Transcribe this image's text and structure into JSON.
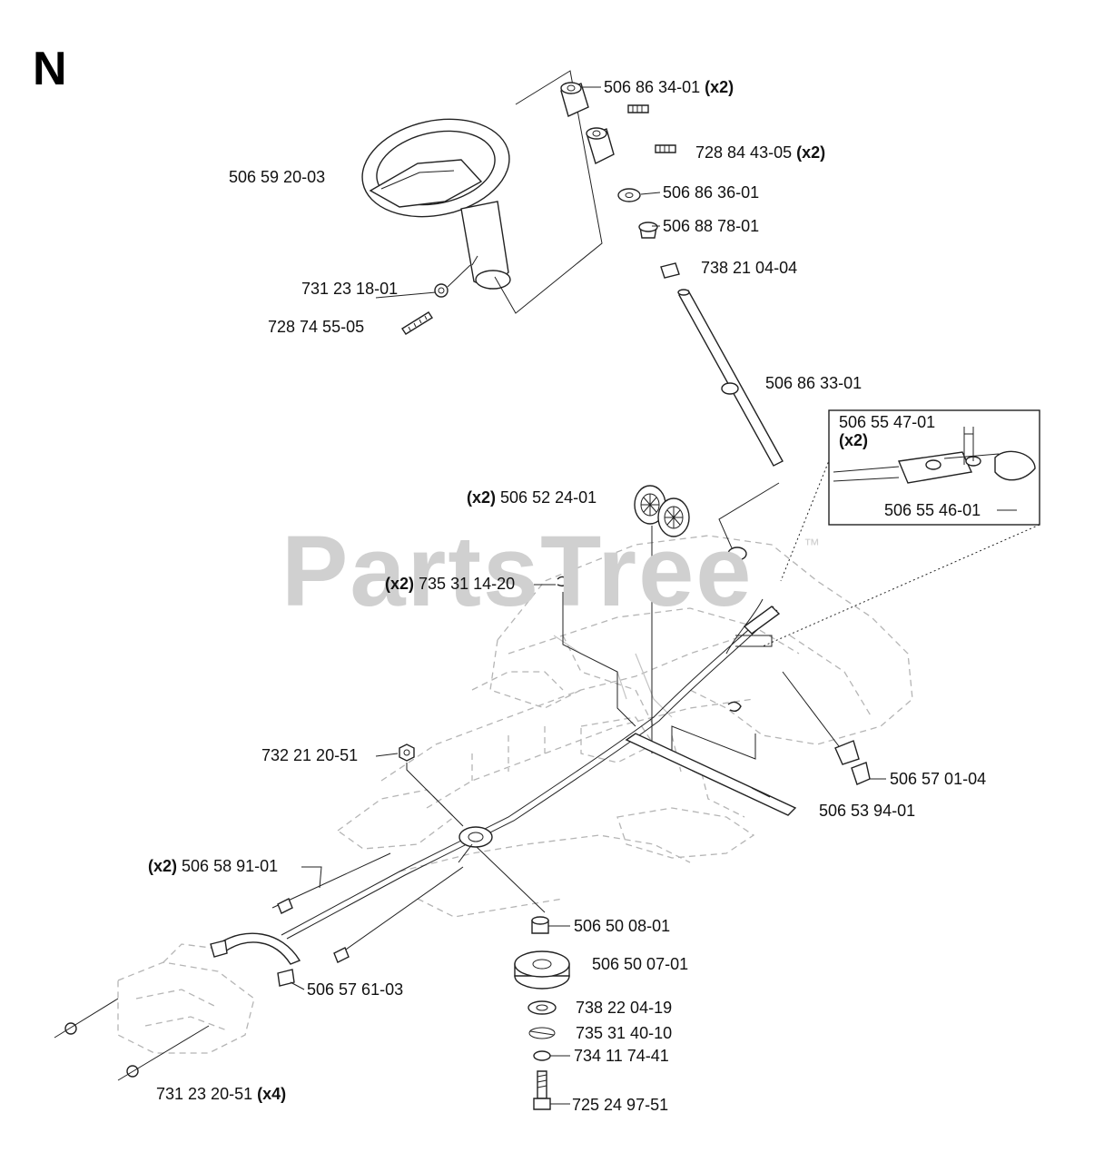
{
  "section_letter": "N",
  "watermark": {
    "text": "PartsTree",
    "trademark": "™",
    "color": "#d0d0d0"
  },
  "colors": {
    "line": "#222222",
    "ghost_frame": "#b5b5b5",
    "background": "#ffffff"
  },
  "labels": {
    "p_506863401": {
      "part": "506 86 34-01",
      "qty": "(x2)"
    },
    "p_728844305": {
      "part": "728 84 43-05",
      "qty": "(x2)"
    },
    "p_506592003": {
      "part": "506 59 20-03"
    },
    "p_506863601": {
      "part": "506 86 36-01"
    },
    "p_506887801": {
      "part": "506 88 78-01"
    },
    "p_738210404": {
      "part": "738 21 04-04"
    },
    "p_731231801": {
      "part": "731 23 18-01"
    },
    "p_728745505": {
      "part": "728 74 55-05"
    },
    "p_506863301": {
      "part": "506 86 33-01"
    },
    "p_506554701": {
      "part": "506 55 47-01",
      "qty": "(x2)"
    },
    "p_506554601": {
      "part": "506 55 46-01"
    },
    "p_506522401": {
      "part": "506 52 24-01",
      "qty": "(x2)"
    },
    "p_735311420": {
      "part": "735 31 14-20",
      "qty": "(x2)"
    },
    "p_732212051": {
      "part": "732 21 20-51"
    },
    "p_506570104": {
      "part": "506 57 01-04"
    },
    "p_506539401": {
      "part": "506 53 94-01"
    },
    "p_506589101": {
      "part": "506 58 91-01",
      "qty": "(x2)"
    },
    "p_506500801": {
      "part": "506 50 08-01"
    },
    "p_506500701": {
      "part": "506 50 07-01"
    },
    "p_506576103": {
      "part": "506 57 61-03"
    },
    "p_738220419": {
      "part": "738 22 04-19"
    },
    "p_735314010": {
      "part": "735 31 40-10"
    },
    "p_734117441": {
      "part": "734 11 74-41"
    },
    "p_731232051": {
      "part": "731 23 20-51",
      "qty": "(x4)"
    },
    "p_725249751": {
      "part": "725 24 97-51"
    }
  }
}
